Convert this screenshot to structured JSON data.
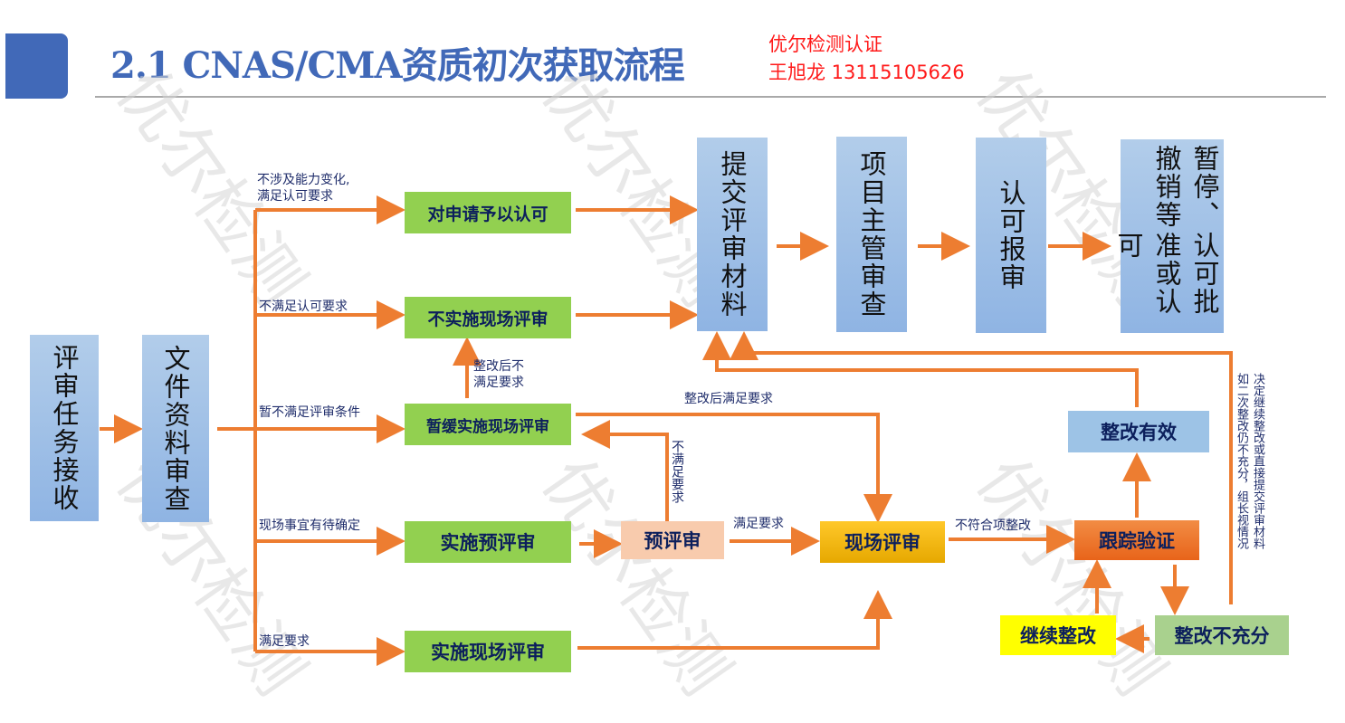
{
  "header": {
    "title": "2.1 CNAS/CMA资质初次获取流程",
    "contact_company": "优尔检测认证",
    "contact_person": "王旭龙 13115105626"
  },
  "watermark": "优尔检测",
  "colors": {
    "accent": "#4169b8",
    "arrow": "#ed7d31",
    "green_box": "#92d050",
    "blue_box": "#9dc3e6",
    "peach_box": "#f8cbad",
    "yellow_box": "#ffff00",
    "gold_box": "#ffc000",
    "orange_box": "#f07828",
    "pale_green_box": "#a9d18e"
  },
  "nodes": {
    "task_receive": "评审任务接收",
    "doc_review": "文件资料审查",
    "grant": "对申请予以认可",
    "no_onsite": "不实施现场评审",
    "defer_onsite": "暂缓实施现场评审",
    "do_pre_review": "实施预评审",
    "do_onsite": "实施现场评审",
    "pre_review": "预评审",
    "onsite_review": "现场评审",
    "track_verify": "跟踪验证",
    "rectify_effective": "整改有效",
    "continue_rectify": "继续整改",
    "rectify_insufficient": "整改不充分",
    "submit_materials": "提交评审材料",
    "project_supervisor": "项目主管审查",
    "report_review": "认可报审",
    "approve": "认可批准或认可",
    "suspend": "暂停、撤销等"
  },
  "edge_labels": {
    "no_capability_change_1": "不涉及能力变化,",
    "no_capability_change_2": "满足认可要求",
    "not_meet_accreditation": "不满足认可要求",
    "not_meet_conditions": "暂不满足评审条件",
    "onsite_pending": "现场事宜有待确定",
    "meets_req": "满足要求",
    "after_fix_not_meet_1": "整改后不",
    "after_fix_not_meet_2": "满足要求",
    "after_fix_meet": "整改后满足要求",
    "not_meet_vertical": "不满足要求",
    "pre_meets": "满足要求",
    "nonconformity_fix": "不符合项整改",
    "decision_1": "决定继续整改或直接提交评审材料",
    "decision_2": "如二次整改仍不充分，组长视情况"
  }
}
